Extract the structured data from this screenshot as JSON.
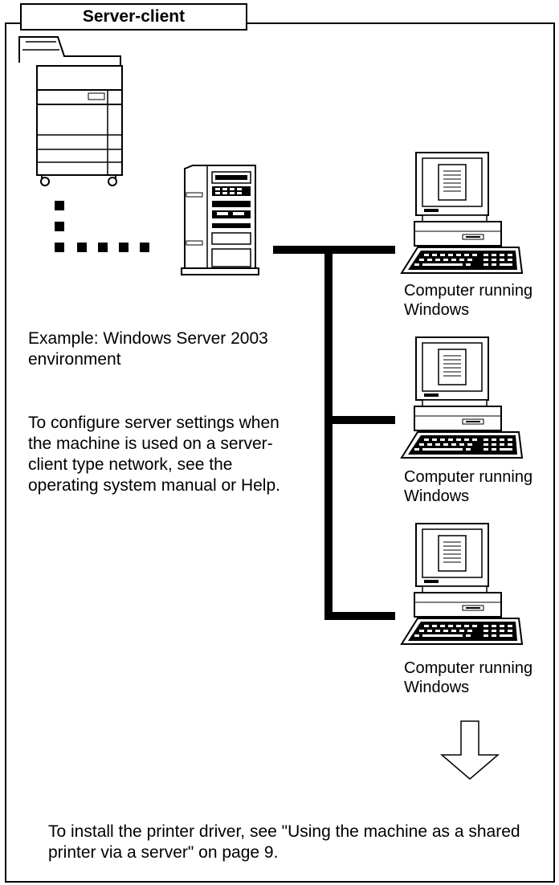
{
  "title": "Server-client",
  "example_text": "Example: Windows Server 2003 environment",
  "server_note": "To configure server settings when the machine is used on a server-client type network, see the operating system manual or Help.",
  "computers": [
    {
      "label_line1": "Computer running",
      "label_line2": "Windows"
    },
    {
      "label_line1": "Computer running",
      "label_line2": "Windows"
    },
    {
      "label_line1": "Computer running",
      "label_line2": "Windows"
    }
  ],
  "footer_note": "To install the printer driver, see \"Using the machine as a shared printer via a server\" on page 9.",
  "icons": [
    "printer-icon",
    "server-icon",
    "computer-icon",
    "down-arrow-icon"
  ]
}
